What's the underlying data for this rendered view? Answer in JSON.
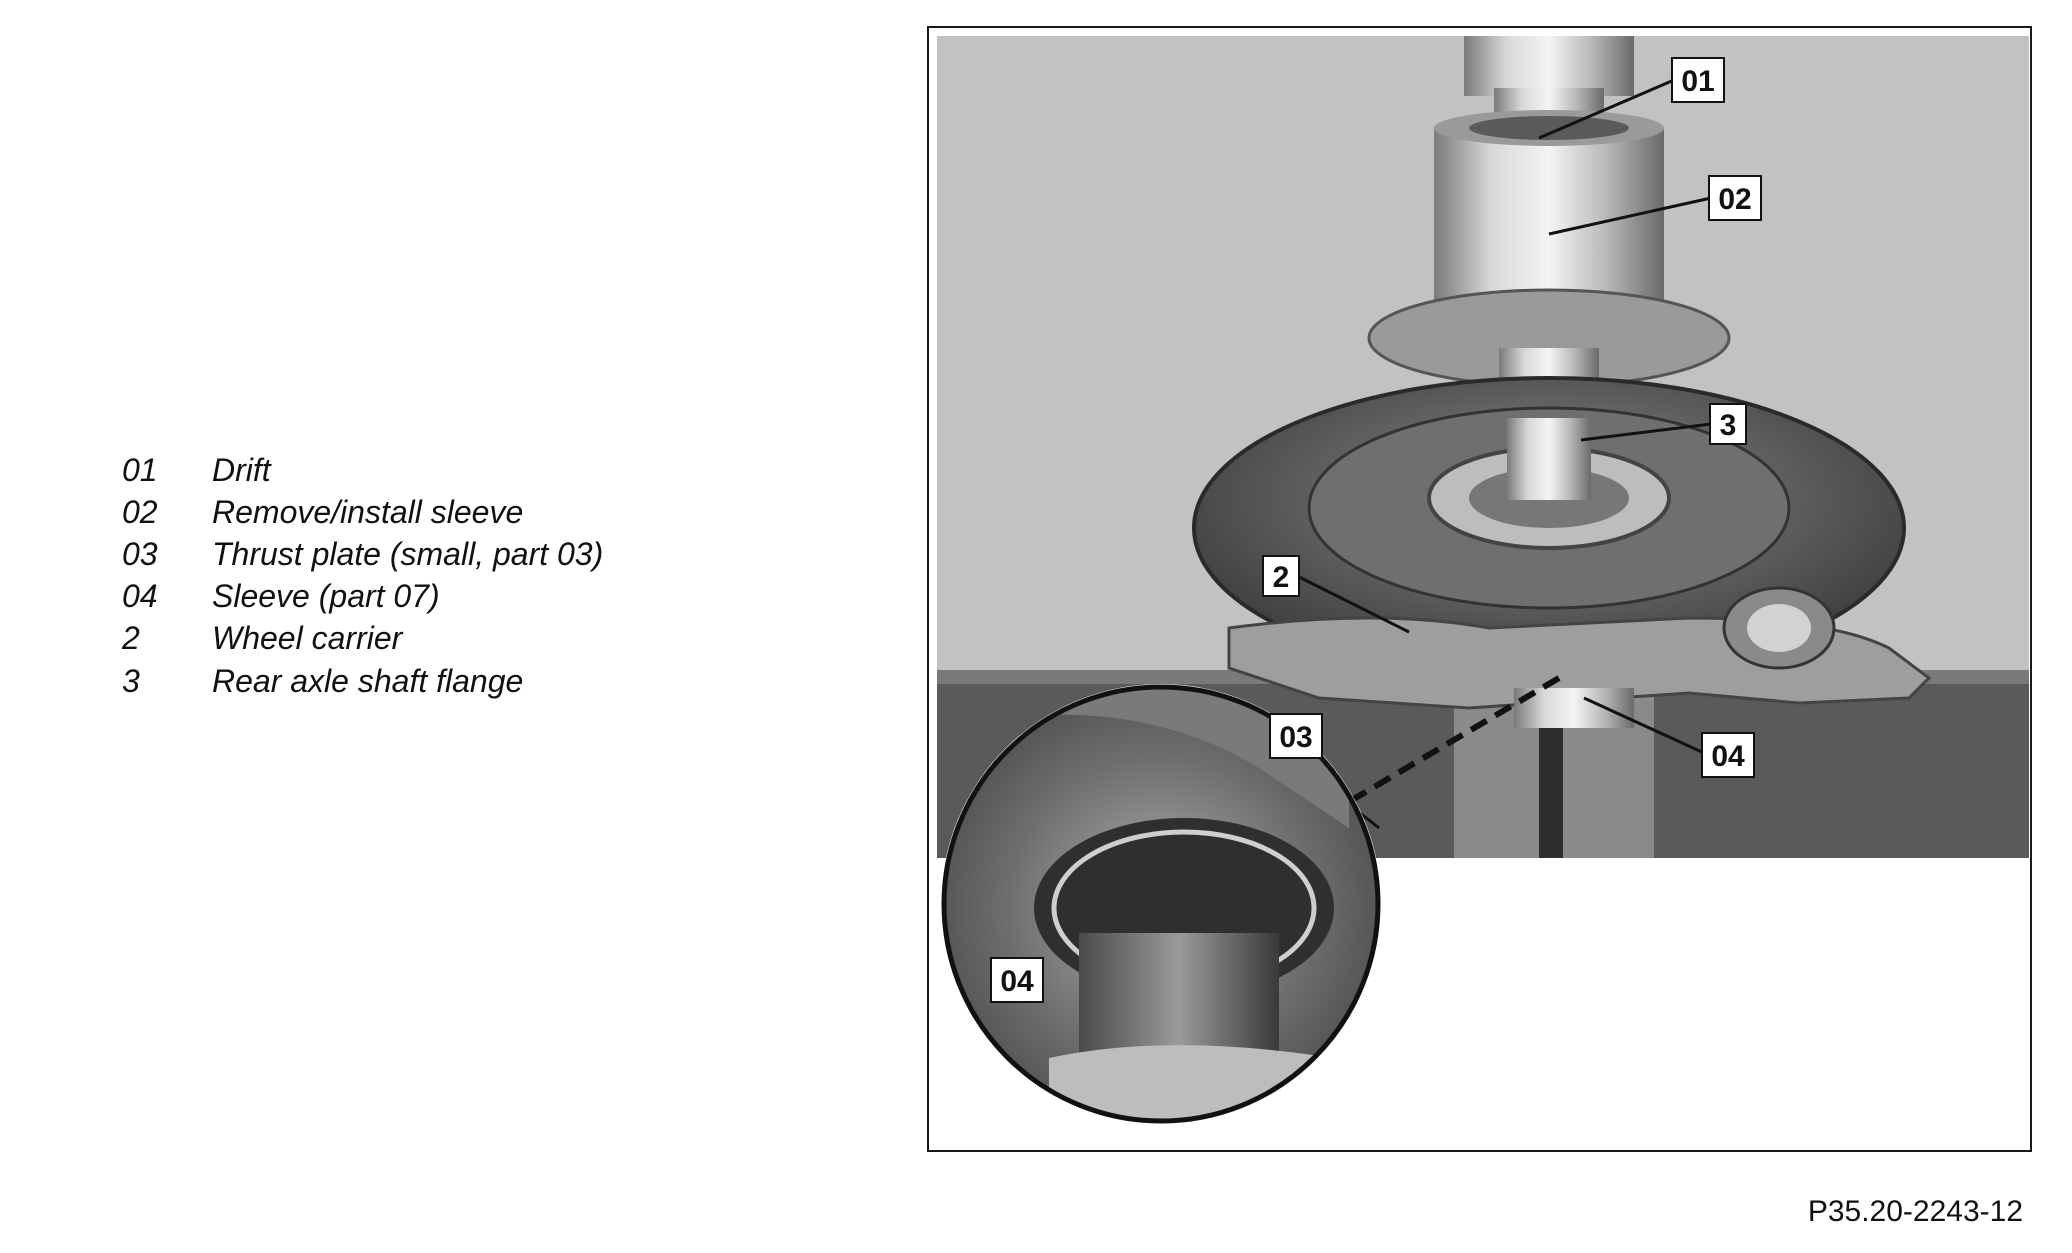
{
  "legend": [
    {
      "num": "01",
      "text": "Drift"
    },
    {
      "num": "02",
      "text": "Remove/install sleeve"
    },
    {
      "num": "03",
      "text": "Thrust plate (small, part 03)"
    },
    {
      "num": "04",
      "text": "Sleeve (part 07)"
    },
    {
      "num": "2",
      "text": "Wheel carrier"
    },
    {
      "num": "3",
      "text": "Rear axle shaft flange"
    }
  ],
  "callouts": {
    "c01": "01",
    "c02": "02",
    "c3": "3",
    "c2": "2",
    "c04_main": "04",
    "c03_detail": "03",
    "c04_detail": "04"
  },
  "figure_ref": "P35.20-2243-12"
}
